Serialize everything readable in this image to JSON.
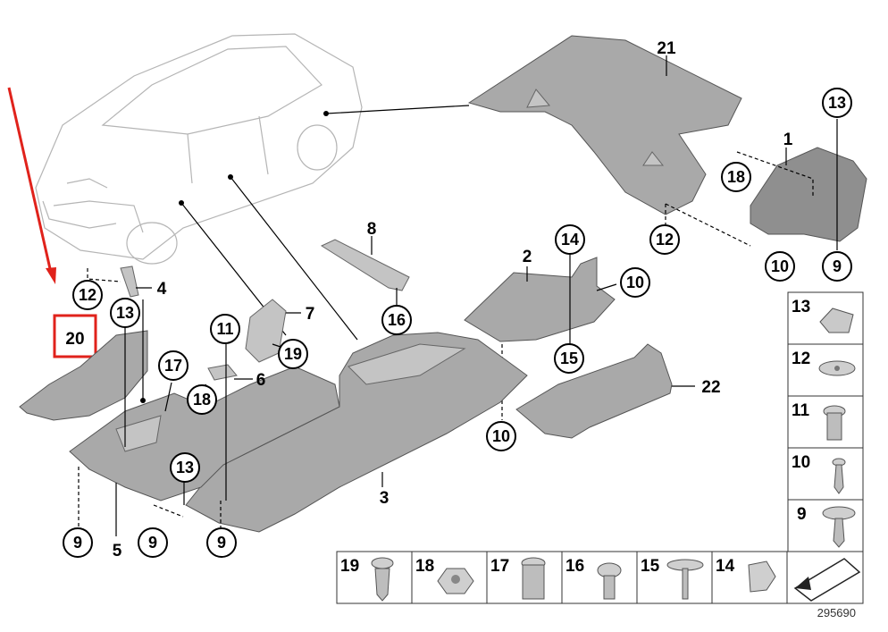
{
  "callouts": {
    "c1": "1",
    "c2": "2",
    "c3": "3",
    "c4": "4",
    "c5": "5",
    "c6": "6",
    "c7": "7",
    "c8": "8",
    "c9a": "9",
    "c9b": "9",
    "c9c": "9",
    "c9d": "9",
    "c10a": "10",
    "c10b": "10",
    "c10c": "10",
    "c11": "11",
    "c12a": "12",
    "c12b": "12",
    "c13a": "13",
    "c13b": "13",
    "c13c": "13",
    "c14": "14",
    "c15": "15",
    "c16": "16",
    "c17": "17",
    "c18a": "18",
    "c18b": "18",
    "c19": "19",
    "c20": "20",
    "c21": "21",
    "c22": "22"
  },
  "legend_right": [
    "13",
    "12",
    "11",
    "10",
    "9"
  ],
  "legend_bottom": [
    "19",
    "18",
    "17",
    "16",
    "15",
    "14"
  ],
  "diagram_number": "295690",
  "colors": {
    "highlight": "#e0221b",
    "part_fill": "#a9a9a9",
    "car_outline": "#b5b5b5"
  },
  "icons": [
    "arrow-pointer-icon",
    "fastener-icons",
    "car-outline-icon"
  ]
}
